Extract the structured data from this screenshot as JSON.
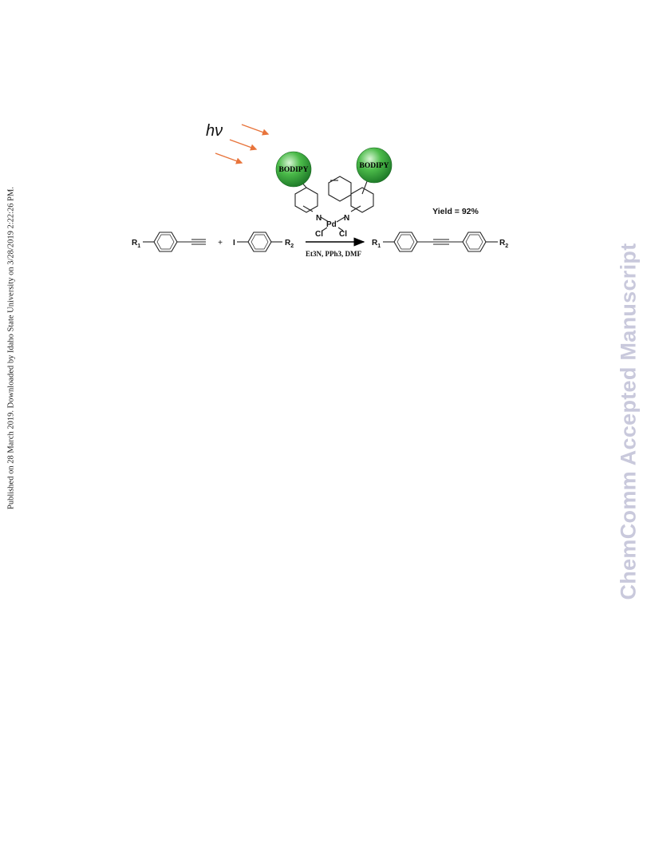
{
  "sidebar_note": "Published on 28 March 2019. Downloaded by Idaho State University on 3/28/2019 2:22:26 PM.",
  "watermark": "ChemComm Accepted Manuscript",
  "scheme": {
    "light_label": "hν",
    "bodipy_left": "BODIPY",
    "bodipy_right": "BODIPY",
    "n_left": "N",
    "n_right": "N",
    "pd": "Pd",
    "cl_left": "Cl",
    "cl_right": "Cl",
    "yield": "Yield = 92%",
    "reactant1_sub": "R",
    "reactant1_sub_idx": "1",
    "plus": "+",
    "iodo": "I",
    "reactant2_sub": "R",
    "reactant2_sub_idx": "2",
    "conditions": "Et3N, PPh3, DMF",
    "product_sub1": "R",
    "product_sub1_idx": "1",
    "product_sub2": "R",
    "product_sub2_idx": "2"
  },
  "colors": {
    "arrow_orange": "#e8743b",
    "bodipy_green": "#2e9e3a",
    "watermark": "#c9c9dc"
  }
}
